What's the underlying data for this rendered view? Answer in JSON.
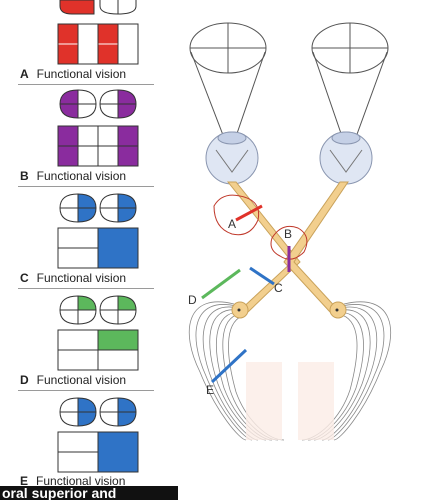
{
  "panels": [
    {
      "letter": "A",
      "label": "Functional vision",
      "color": "#e0322a"
    },
    {
      "letter": "B",
      "label": "Functional vision",
      "color": "#8a2c9e"
    },
    {
      "letter": "C",
      "label": "Functional vision",
      "color": "#2f73c6"
    },
    {
      "letter": "D",
      "label": "Functional vision",
      "color": "#5cb85c"
    },
    {
      "letter": "E",
      "label": "Functional vision",
      "color": "#2f73c6"
    }
  ],
  "lesion_labels": {
    "A": "A",
    "B": "B",
    "C": "C",
    "D": "D",
    "E": "E"
  },
  "colors": {
    "red": "#e0322a",
    "purple": "#8a2c9e",
    "blue": "#2f73c6",
    "green": "#5cb85c",
    "nerve": "#f2cf8e",
    "nerve_edge": "#c9a25a"
  },
  "bottom_caption": "oral superior and"
}
